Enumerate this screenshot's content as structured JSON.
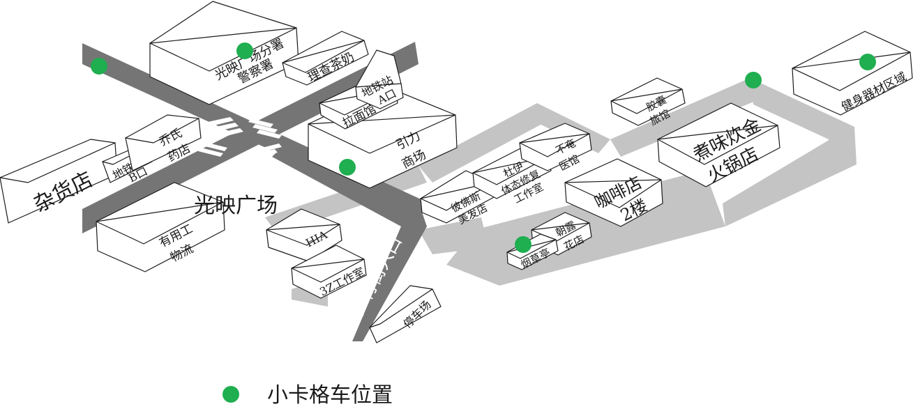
{
  "map": {
    "plaza_label": "光映广场",
    "street_label": "步行街入口",
    "marker_color": "#1fae50",
    "road_dark_color": "#757575",
    "road_light_color": "#c4c4c4",
    "buildings": [
      {
        "id": "grocery",
        "lines": [
          "杂货店"
        ]
      },
      {
        "id": "metro-exit-b",
        "lines": [
          "地铁站",
          "B口"
        ]
      },
      {
        "id": "pharmacy",
        "lines": [
          "乔氏",
          "药店"
        ]
      },
      {
        "id": "police",
        "lines": [
          "光映广场分署",
          "警察署"
        ]
      },
      {
        "id": "milk-tea",
        "lines": [
          "理查茶奶"
        ]
      },
      {
        "id": "metro-exit-a",
        "lines": [
          "地铁站",
          "A口"
        ]
      },
      {
        "id": "ramen",
        "lines": [
          "拉面馆"
        ]
      },
      {
        "id": "mall",
        "lines": [
          "引力",
          "商场"
        ]
      },
      {
        "id": "logistics",
        "lines": [
          "有用工",
          "物流"
        ]
      },
      {
        "id": "hia",
        "lines": [
          "HIA"
        ]
      },
      {
        "id": "studio-3z",
        "lines": [
          "3Z工作室"
        ]
      },
      {
        "id": "parking",
        "lines": [
          "停车场"
        ]
      },
      {
        "id": "salon",
        "lines": [
          "彼佛斯",
          "美发店"
        ]
      },
      {
        "id": "body-studio",
        "lines": [
          "杜伊",
          "体态修复",
          "工作室"
        ]
      },
      {
        "id": "clinic",
        "lines": [
          "不奄",
          "医馆"
        ]
      },
      {
        "id": "capsule-hotel",
        "lines": [
          "胶囊",
          "旅馆"
        ]
      },
      {
        "id": "cafe",
        "lines": [
          "咖啡店",
          "2楼"
        ]
      },
      {
        "id": "florist",
        "lines": [
          "朝露",
          "花店"
        ]
      },
      {
        "id": "tobacco",
        "lines": [
          "烟草亭"
        ]
      },
      {
        "id": "hotpot",
        "lines": [
          "煮味炊金",
          "火锅店"
        ]
      },
      {
        "id": "gym",
        "lines": [
          "健身器材区域"
        ]
      }
    ]
  },
  "legend": {
    "label": "小卡格车位置"
  }
}
